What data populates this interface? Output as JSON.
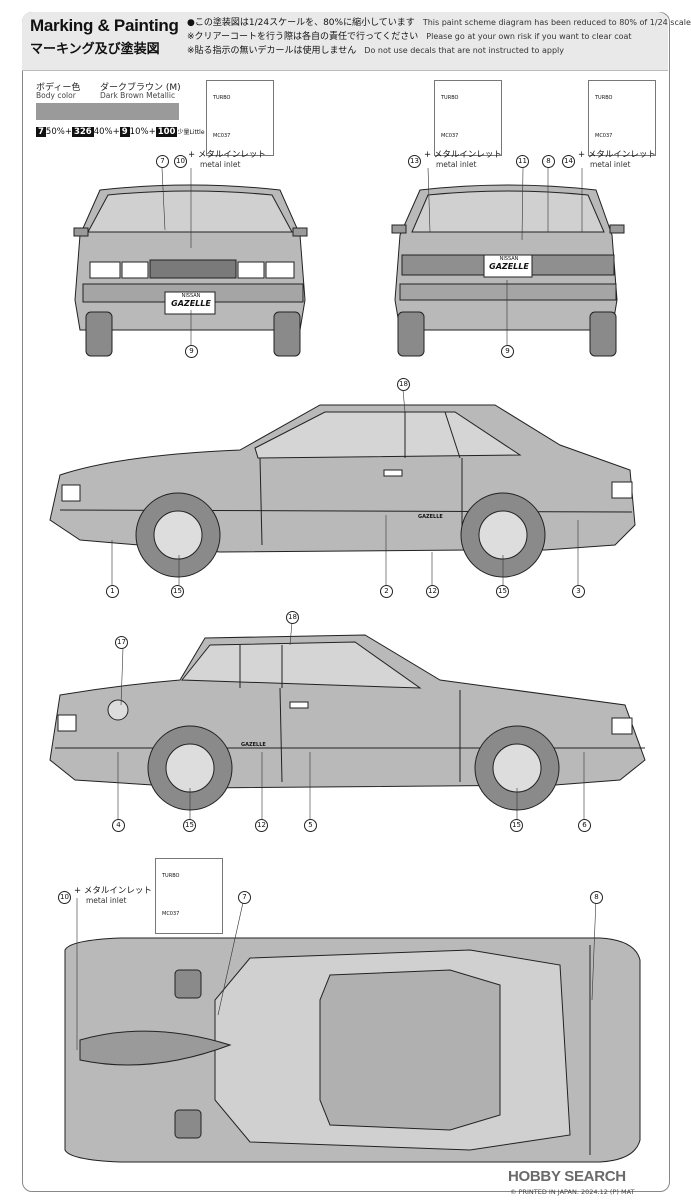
{
  "header": {
    "title": "Marking & Painting",
    "subtitle": "マーキング及び塗装図",
    "notes": [
      {
        "jp": "●この塗装図は1/24スケールを、80%に縮小しています",
        "en": "This paint scheme diagram has been reduced to 80% of 1/24 scale"
      },
      {
        "jp": "※クリアーコートを行う際は各自の責任で行ってください",
        "en": "Please go at your own risk if you want to clear coat"
      },
      {
        "jp": "※貼る指示の無いデカールは使用しません",
        "en": "Do not use decals that are not instructed to apply"
      }
    ]
  },
  "paint": {
    "body_jp": "ボディー色",
    "body_en": "Body color",
    "color_jp": "ダークブラウン (M)",
    "color_en": "Dark Brown Metallic",
    "swatch_color": "#9a9a9a",
    "mix": [
      {
        "code": "7",
        "pct": "50%"
      },
      {
        "code": "326",
        "pct": "40%"
      },
      {
        "code": "9",
        "pct": "10%"
      },
      {
        "code": "100",
        "pct": "少量"
      }
    ],
    "mix_little": "Little",
    "plus": "+"
  },
  "decal_card": {
    "code": "MC037",
    "turbo": "TURBO"
  },
  "metal_inlet": {
    "jp": "メタルインレット",
    "en": "metal inlet",
    "plus": "+"
  },
  "callouts": {
    "n1": "1",
    "n2": "2",
    "n3": "3",
    "n4": "4",
    "n5": "5",
    "n6": "6",
    "n7": "7",
    "n8": "8",
    "n9": "9",
    "n10": "10",
    "n11": "11",
    "n12": "12",
    "n13": "13",
    "n14": "14",
    "n15": "15",
    "n17": "17",
    "n18": "18"
  },
  "plate": {
    "brand": "NISSAN",
    "model": "GAZELLE"
  },
  "side_badge": "GAZELLE",
  "footer": {
    "logo": "HOBBY SEARCH",
    "copyright": "© PRINTED IN JAPAN. 2024.12 (P) MAT"
  }
}
